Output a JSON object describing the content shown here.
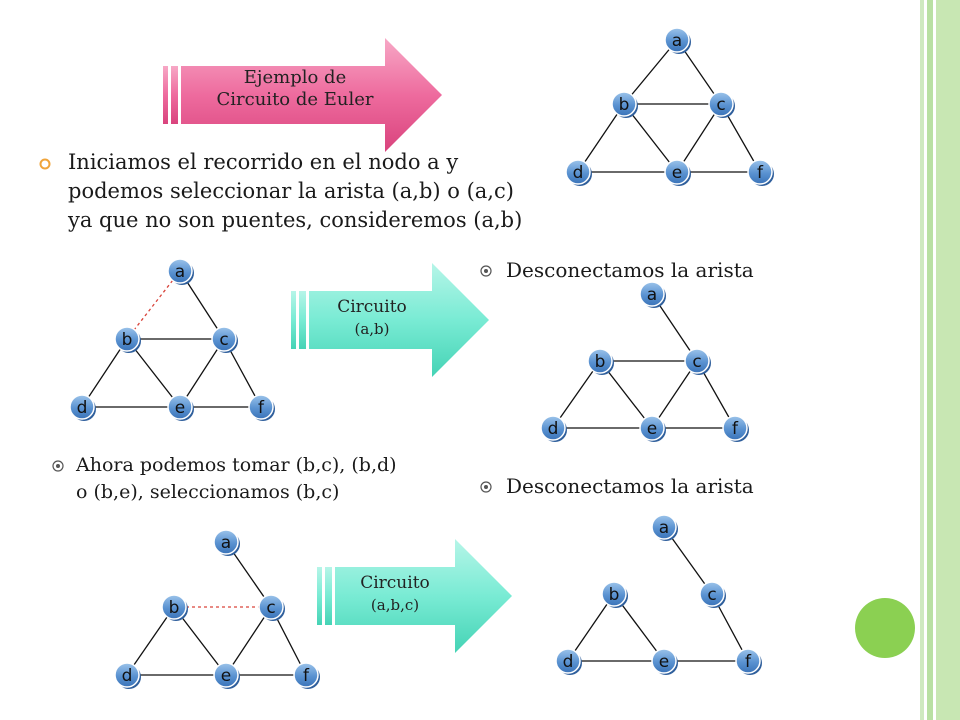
{
  "colors": {
    "pink_arrow": "#e9558e",
    "aqua_arrow": "#5fe3c8",
    "node_fill": "#4f87c9",
    "sidebar_green": "#b9e0a3",
    "circle_green": "#8bd052",
    "bullet_orange": "#f0a43a",
    "removed_edge": "#d9443b"
  },
  "title_arrow": {
    "line1": "Ejemplo de",
    "line2": "Circuito de Euler"
  },
  "main_bullet": {
    "line1": "Iniciamos el recorrido en el nodo a y",
    "line2": "podemos seleccionar la arista (a,b) o (a,c)",
    "line3": "ya que no son puentes, consideremos (a,b)"
  },
  "arrow2": {
    "line1": "Circuito",
    "line2": "(a,b)"
  },
  "arrow3": {
    "line1": "Circuito",
    "line2": "(a,b,c)"
  },
  "bullet_disconnect_1": "Desconectamos la arista",
  "bullet_disconnect_2": "Desconectamos la arista",
  "bullet_now": {
    "line1": "Ahora podemos tomar (b,c), (b,d)",
    "line2": "o (b,e), seleccionamos (b,c)"
  },
  "node_labels": {
    "a": "a",
    "b": "b",
    "c": "c",
    "d": "d",
    "e": "e",
    "f": "f"
  }
}
